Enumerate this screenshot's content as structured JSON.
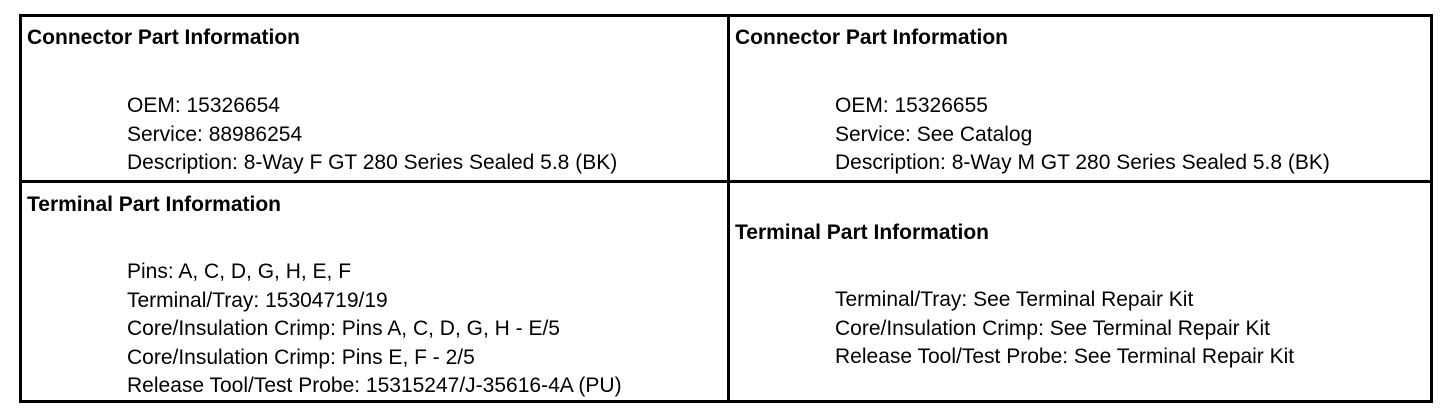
{
  "left": {
    "connector": {
      "heading": "Connector Part Information",
      "lines": [
        "OEM: 15326654",
        "Service: 88986254",
        "Description: 8-Way F GT 280 Series Sealed 5.8 (BK)"
      ]
    },
    "terminal": {
      "heading": "Terminal Part Information",
      "lines": [
        "Pins: A, C, D, G, H, E, F",
        "Terminal/Tray: 15304719/19",
        "Core/Insulation Crimp: Pins A, C, D, G, H - E/5",
        "Core/Insulation Crimp: Pins E, F - 2/5",
        "Release Tool/Test Probe: 15315247/J-35616-4A (PU)"
      ]
    }
  },
  "right": {
    "connector": {
      "heading": "Connector Part Information",
      "lines": [
        "OEM: 15326655",
        "Service: See Catalog",
        "Description: 8-Way M GT 280 Series Sealed 5.8 (BK)"
      ]
    },
    "terminal": {
      "heading": "Terminal Part Information",
      "lines": [
        "Terminal/Tray: See Terminal Repair Kit",
        "Core/Insulation Crimp: See Terminal Repair Kit",
        "Release Tool/Test Probe: See Terminal Repair Kit"
      ]
    }
  }
}
